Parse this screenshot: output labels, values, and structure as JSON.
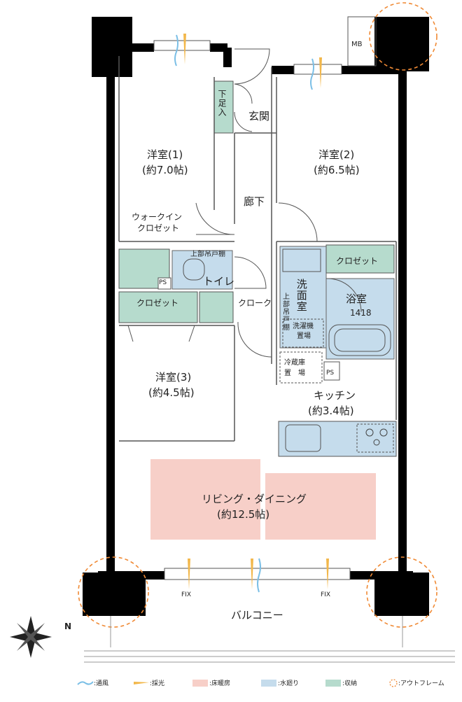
{
  "rooms": {
    "western1": {
      "name": "洋室(1)",
      "size": "(約7.0帖)"
    },
    "western2": {
      "name": "洋室(2)",
      "size": "(約6.5帖)"
    },
    "western3": {
      "name": "洋室(3)",
      "size": "(約4.5帖)"
    },
    "kitchen": {
      "name": "キッチン",
      "size": "(約3.4帖)"
    },
    "living": {
      "name": "リビング・ダイニング",
      "size": "(約12.5帖)"
    }
  },
  "labels": {
    "entrance": "玄関",
    "hallway": "廊下",
    "shoe_storage": "下足入",
    "walk_in": "ウォークイン",
    "closet_word": "クロゼット",
    "upper_cabinet": "上部吊戸棚",
    "upper_cabinet_v": "上部吊戸棚",
    "toilet": "トイレ",
    "ps": "PS",
    "closet": "クロゼット",
    "cloak": "クローク",
    "washroom": "洗面室",
    "bathroom": "浴室",
    "bath_size": "1418",
    "washer": "洗濯機",
    "washer_place": "置場",
    "fridge": "冷蔵庫",
    "fridge_place": "置　場",
    "mb": "MB",
    "fix_left": "FIX",
    "fix_right": "FIX",
    "balcony": "バルコニー",
    "north_mark": "N"
  },
  "legend": [
    {
      "label": ":通風",
      "type": "wave",
      "color": "#7bbfe6"
    },
    {
      "label": ":採光",
      "type": "light",
      "color": "#f2b74a"
    },
    {
      "label": ":床暖房",
      "type": "box",
      "color": "#f7cfc8"
    },
    {
      "label": ":水廻り",
      "type": "box",
      "color": "#c5dcec"
    },
    {
      "label": ":収納",
      "type": "box",
      "color": "#b6dbcd"
    },
    {
      "label": ":アウトフレーム",
      "type": "circle",
      "color": "#f08a35"
    }
  ]
}
